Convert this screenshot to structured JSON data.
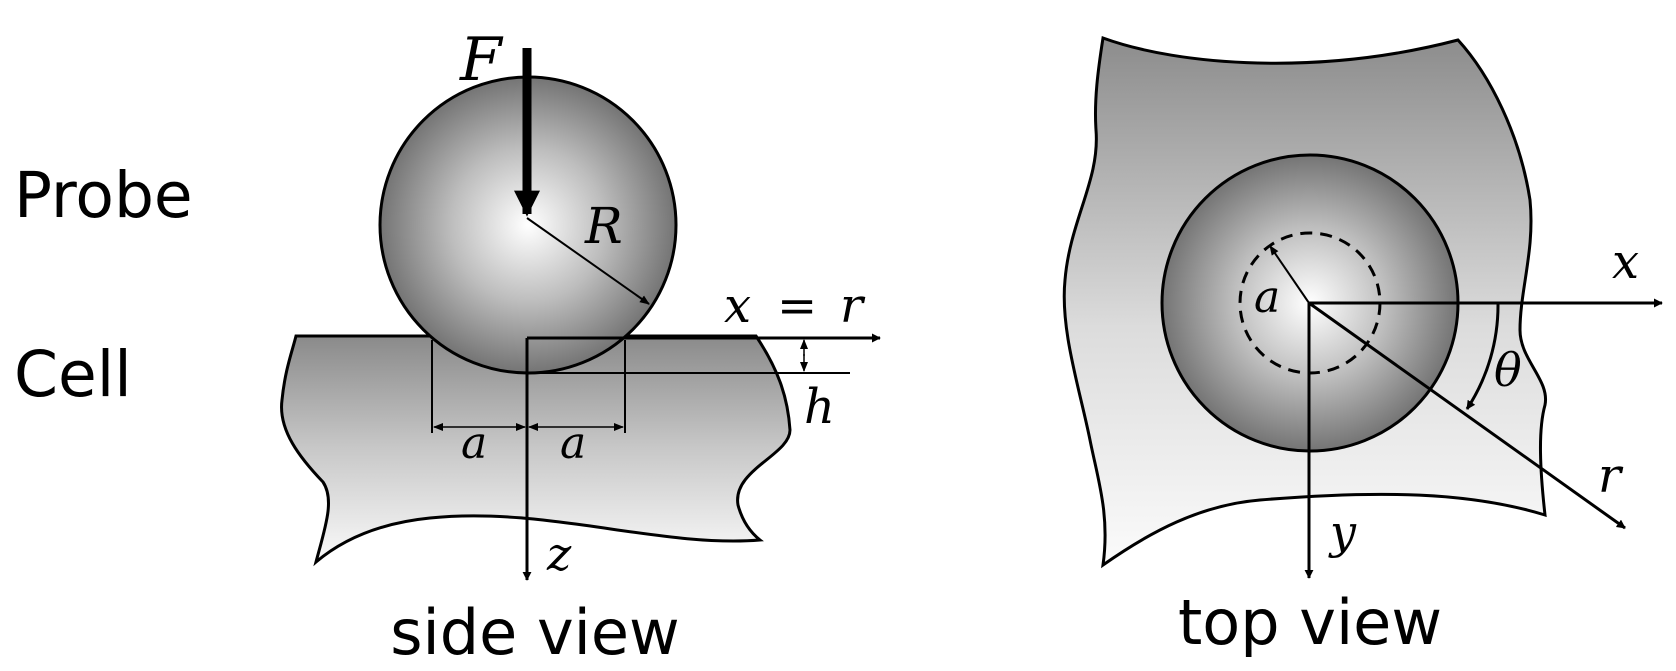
{
  "labels": {
    "probe": "Probe",
    "cell": "Cell",
    "side_view": "side view",
    "top_view": "top view"
  },
  "side_view": {
    "force": "F",
    "radius": "R",
    "axis_x": "x",
    "equals": "=",
    "axis_r": "r",
    "depth": "h",
    "contact_left": "a",
    "contact_right": "a",
    "axis_z": "z"
  },
  "top_view": {
    "contact": "a",
    "axis_x": "x",
    "angle": "θ",
    "axis_r": "r",
    "axis_y": "y"
  }
}
